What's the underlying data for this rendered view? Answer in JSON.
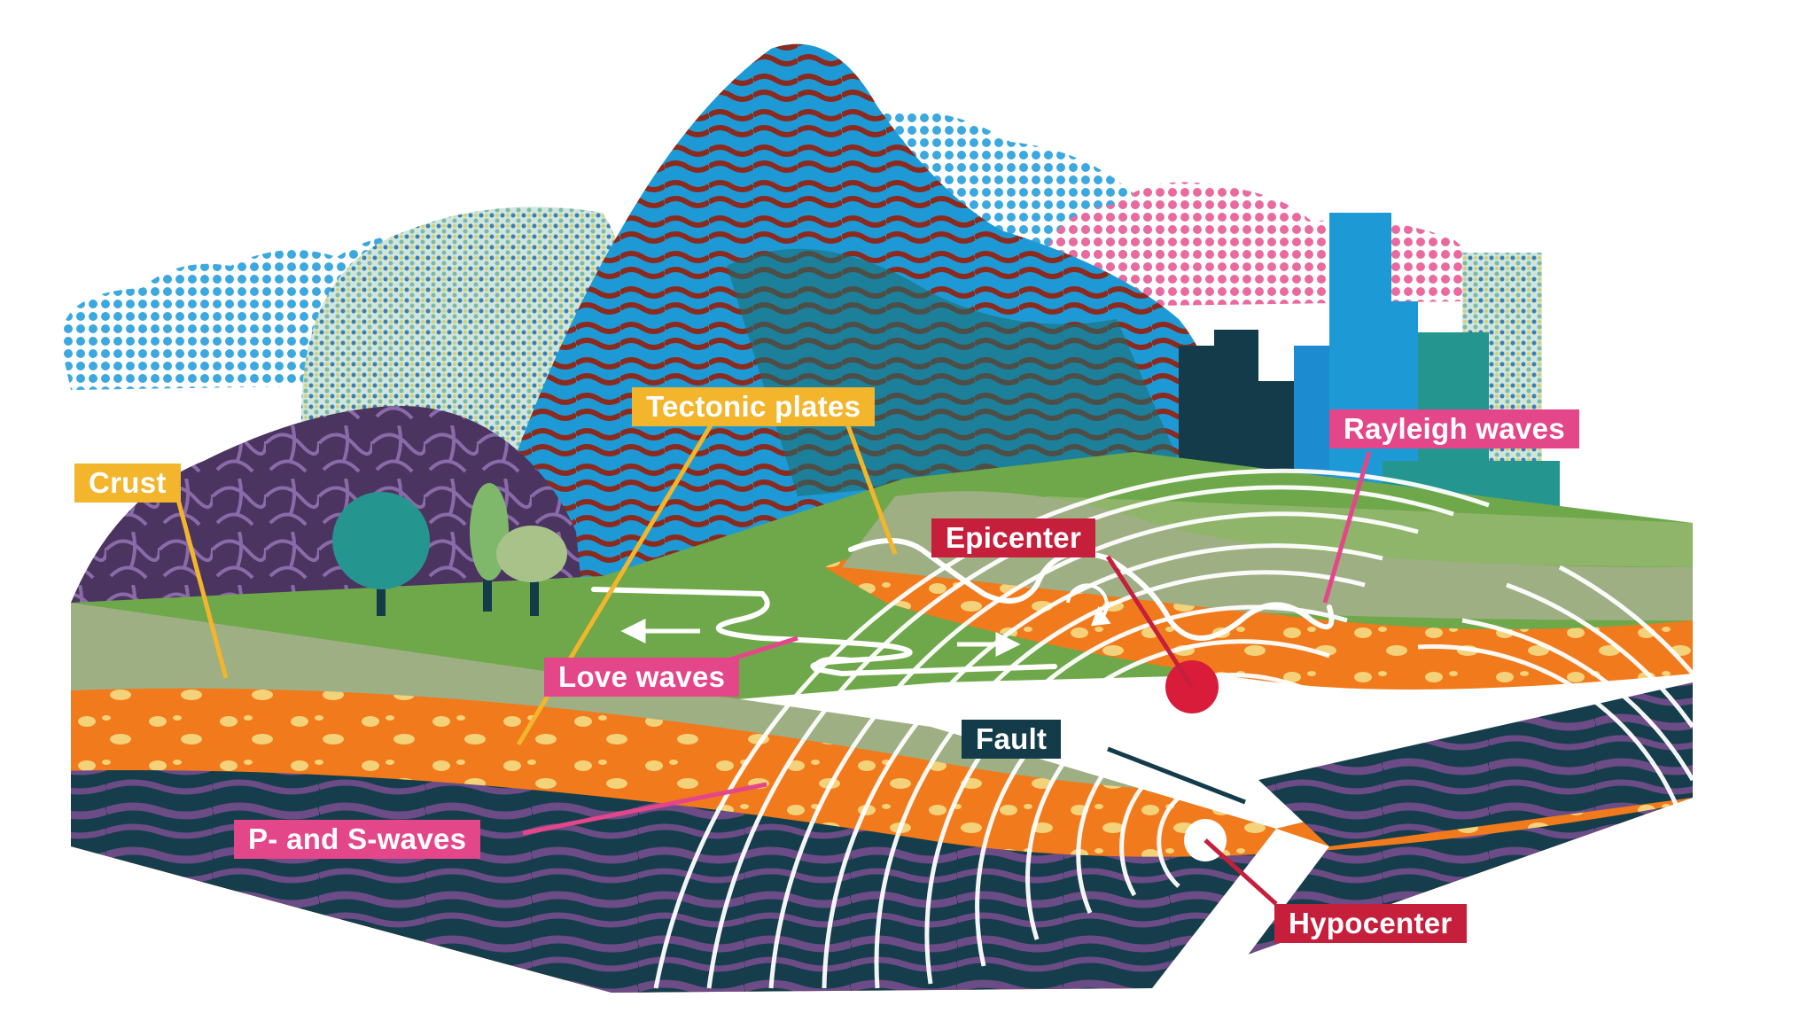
{
  "labels": {
    "crust": "Crust",
    "tectonic_plates": "Tectonic plates",
    "love_waves": "Love waves",
    "p_and_s_waves": "P- and S-waves",
    "epicenter": "Epicenter",
    "fault": "Fault",
    "rayleigh_waves": "Rayleigh waves",
    "hypocenter": "Hypocenter"
  },
  "colors": {
    "label_yellow": "#f2b52b",
    "label_pink": "#e4468a",
    "label_red": "#c51f3c",
    "label_navy": "#133b49",
    "grass": "#6fa84a",
    "soil": "#9eaf84",
    "orange_layer": "#f17a1c",
    "deep_layer": "#163d4b",
    "purple_rock": "#6b4c86",
    "sky_blue": "#3ca8e0",
    "cloud_pink": "#ea6aa0"
  }
}
